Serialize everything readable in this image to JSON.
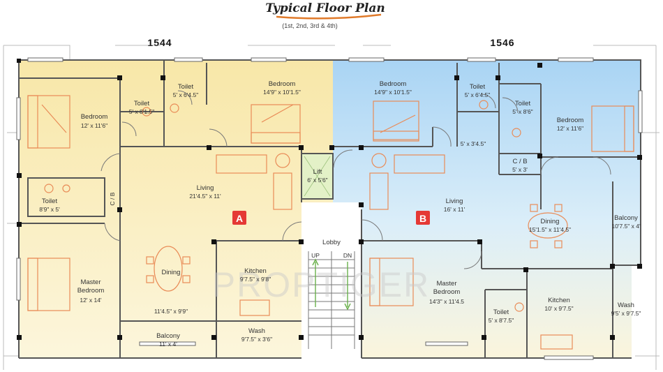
{
  "header": {
    "title": "Typical Floor Plan",
    "subtitle": "(1st, 2nd, 3rd & 4th)"
  },
  "units": {
    "left": "1544",
    "right": "1546",
    "badge_a": "A",
    "badge_b": "B"
  },
  "rooms": {
    "bedroom_a1": {
      "name": "Bedroom",
      "size": "12' x 11'6\""
    },
    "toilet_a1": {
      "name": "Toilet",
      "size": "5' x 8'1.5\""
    },
    "toilet_a2": {
      "name": "Toilet",
      "size": "5' x 6'4.5\""
    },
    "bedroom_a2": {
      "name": "Bedroom",
      "size": "14'9\" x 10'1.5\""
    },
    "toilet_a3": {
      "name": "Toilet",
      "size": "8'9\" x 5'"
    },
    "cb_a": {
      "name": "C / B"
    },
    "living_a": {
      "name": "Living",
      "size": "21'4.5\" x 11'"
    },
    "lift": {
      "name": "Lift",
      "size": "6' x 5'6\""
    },
    "master_a": {
      "name": "Master",
      "name2": "Bedroom",
      "size": "12' x 14'"
    },
    "dining_a": {
      "name": "Dining",
      "size": "11'4.5\" x 9'9\""
    },
    "kitchen_a": {
      "name": "Kitchen",
      "size": "9'7.5\" x 9'8\""
    },
    "wash_a": {
      "name": "Wash",
      "size": "9'7.5\" x 3'6\""
    },
    "balcony_a": {
      "name": "Balcony",
      "size": "11' x 4'"
    },
    "lobby": {
      "name": "Lobby",
      "up": "UP",
      "dn": "DN"
    },
    "bedroom_b1": {
      "name": "Bedroom",
      "size": "14'9\" x 10'1.5\""
    },
    "toilet_b1": {
      "name": "Toilet",
      "size": "5' x 6'4.5\""
    },
    "passage_b": {
      "size": "5' x 3'4.5\""
    },
    "toilet_b2": {
      "name": "Toilet",
      "size": "5' x 8'6\""
    },
    "bedroom_b2": {
      "name": "Bedroom",
      "size": "12' x 11'6\""
    },
    "cb_b": {
      "name": "C / B",
      "size": "5' x 3'"
    },
    "living_b": {
      "name": "Living",
      "size": "16' x 11'"
    },
    "dining_b": {
      "name": "Dining",
      "size": "15'1.5\" x 11'4.5\""
    },
    "balcony_b": {
      "name": "Balcony",
      "size": "10'7.5\" x 4'"
    },
    "master_b": {
      "name": "Master",
      "name2": "Bedroom",
      "size": "14'3\" x 11'4.5"
    },
    "toilet_b3": {
      "name": "Toilet",
      "size": "5' x 8'7.5\""
    },
    "kitchen_b": {
      "name": "Kitchen",
      "size": "10' x 9'7.5\""
    },
    "wash_b": {
      "name": "Wash",
      "size": "9'5' x 9'7.5\""
    }
  },
  "watermark": "PROPTIGER",
  "colors": {
    "unit_a_fill": "#fbf1c8",
    "unit_b_fill": "#bfe0f6",
    "lift_fill": "#e3f1c7",
    "badge": "#e53935",
    "title_underline": "#e07a2a",
    "furniture": "#e98b57"
  }
}
